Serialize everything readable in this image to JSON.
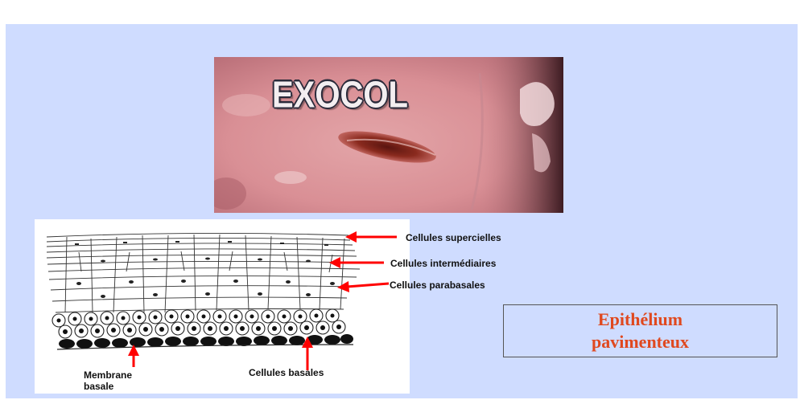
{
  "photo": {
    "label": "EXOCOL"
  },
  "diagram": {
    "labels": {
      "superficial": "Cellules supercielles",
      "intermediate": "Cellules intermédiaires",
      "parabasal": "Cellules parabasales",
      "basal": "Cellules basales",
      "membrane_line1": "Membrane",
      "membrane_line2": "basale"
    }
  },
  "title": {
    "line1": "Epithélium",
    "line2": "pavimenteux"
  },
  "colors": {
    "slide_background": "#cfdcff",
    "arrow": "#ff0000",
    "title_text": "#e0481e"
  }
}
